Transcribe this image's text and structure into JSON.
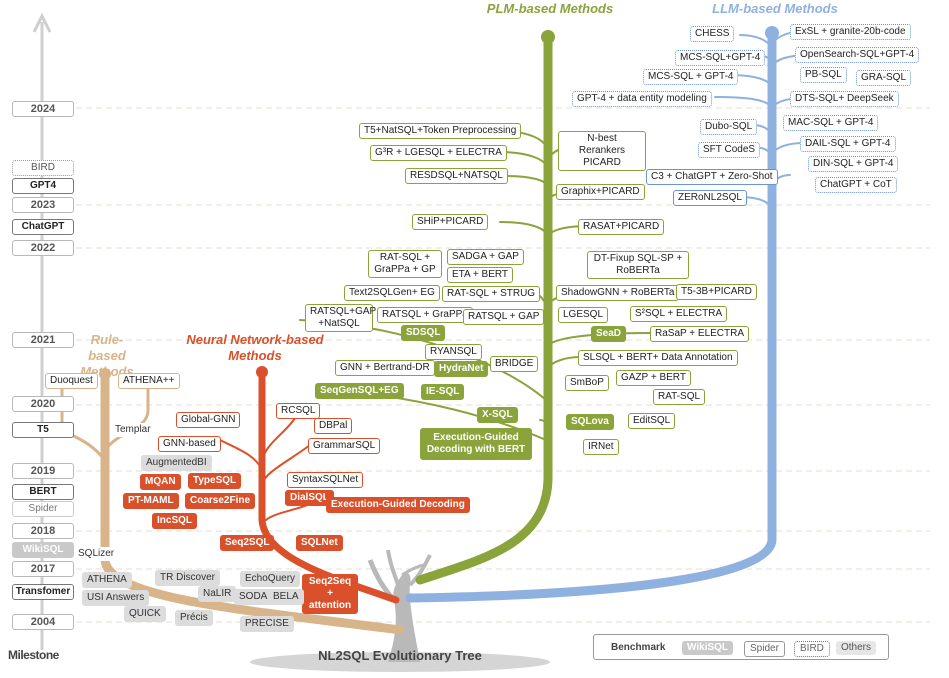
{
  "title": "NL2SQL Evolutionary Tree",
  "milestone_label": "Milestone",
  "categories": {
    "plm": "PLM-based Methods",
    "llm": "LLM-based Methods",
    "rule": "Rule-based Methods",
    "nn": "Neural Network-based Methods"
  },
  "colors": {
    "plm": "#8aa33a",
    "llm": "#6a95cf",
    "nn": "#d9502a",
    "rule": "#d7b489",
    "root": "#b9b9b9",
    "axis": "#cfcfcf"
  },
  "milestones": [
    "2024",
    "BIRD",
    "GPT4",
    "2023",
    "ChatGPT",
    "2022",
    "2021",
    "2020",
    "T5",
    "2019",
    "BERT",
    "Spider",
    "2018",
    "WikiSQL",
    "2017",
    "Transfomer",
    "2004"
  ],
  "legend": {
    "title": "Benchmark",
    "wikisql": "WikiSQL",
    "spider": "Spider",
    "bird": "BIRD",
    "others": "Others"
  },
  "llm_methods": [
    "CHESS",
    "ExSL + granite-20b-code",
    "MCS-SQL+GPT-4",
    "OpenSearch-SQL+GPT-4",
    "MCS-SQL + GPT-4",
    "PB-SQL",
    "GRA-SQL",
    "GPT-4 + data entity modeling",
    "DTS-SQL+ DeepSeek",
    "Dubo-SQL",
    "MAC-SQL + GPT-4",
    "SFT CodeS",
    "DAIL-SQL + GPT-4",
    "DIN-SQL + GPT-4",
    "C3 + ChatGPT + Zero-Shot",
    "ChatGPT + CoT",
    "ZERoNL2SQL"
  ],
  "plm_methods": [
    "T5+NatSQL+Token Preprocessing",
    "N-best Rerankers PICARD",
    "G³R + LGESQL + ELECTRA",
    "RESDSQL+NATSQL",
    "Graphix+PICARD",
    "SHiP+PICARD",
    "RASAT+PICARD",
    "RAT-SQL + GraPPa + GP",
    "SADGA + GAP",
    "ETA + BERT",
    "DT-Fixup SQL-SP + RoBERTa",
    "Text2SQLGen+ EG",
    "RAT-SQL + STRUG",
    "ShadowGNN + RoBERTa",
    "T5-3B+PICARD",
    "RATSQL+GAP +NatSQL",
    "RATSQL + GraPPa",
    "RATSQL + GAP",
    "LGESQL",
    "S²SQL + ELECTRA",
    "SDSQL",
    "SeaD",
    "RaSaP + ELECTRA",
    "RYANSQL",
    "GNN + Bertrand-DR",
    "HydraNet",
    "BRIDGE",
    "SLSQL + BERT+ Data Annotation",
    "SeqGenSQL+EG",
    "IE-SQL",
    "SmBoP",
    "GAZP + BERT",
    "RAT-SQL",
    "X-SQL",
    "SQLova",
    "EditSQL",
    "Execution-Guided Decoding with BERT",
    "IRNet"
  ],
  "nn_methods": [
    "Global-GNN",
    "RCSQL",
    "DBPal",
    "GNN-based",
    "GrammarSQL",
    "AugmentedBI",
    "MQAN",
    "TypeSQL",
    "SyntaxSQLNet",
    "PT-MAML",
    "Coarse2Fine",
    "DialSQL",
    "Execution-Guided Decoding",
    "IncSQL",
    "Seq2SQL",
    "SQLNet",
    "Seq2Seq + attention"
  ],
  "rule_methods": [
    "Duoquest",
    "ATHENA++",
    "Templar",
    "SQLizer",
    "ATHENA",
    "TR Discover",
    "EchoQuery",
    "USI Answers",
    "NaLIR",
    "SODA",
    "BELA",
    "QUICK",
    "Précis",
    "PRECISE"
  ]
}
